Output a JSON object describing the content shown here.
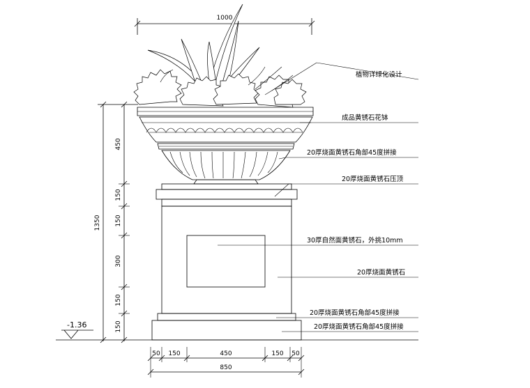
{
  "dimensions": {
    "top_width": "1000",
    "left_segments": [
      "450",
      "150",
      "150",
      "300",
      "150",
      "150"
    ],
    "left_total": "1350",
    "bottom_segments": [
      "50",
      "150",
      "450",
      "150",
      "50"
    ],
    "bottom_total": "850",
    "elevation": "-1.36"
  },
  "annotations": [
    "植物详绿化设计",
    "成品黄锈石花钵",
    "20厚烧面黄锈石角部45度拼接",
    "20厚烧面黄锈石压顶",
    "30厚自然面黄锈石，外挑10mm",
    "20厚烧面黄锈石",
    "20厚烧面黄锈石角部45度拼接",
    "20厚烧面黄锈石角部45度拼接"
  ]
}
